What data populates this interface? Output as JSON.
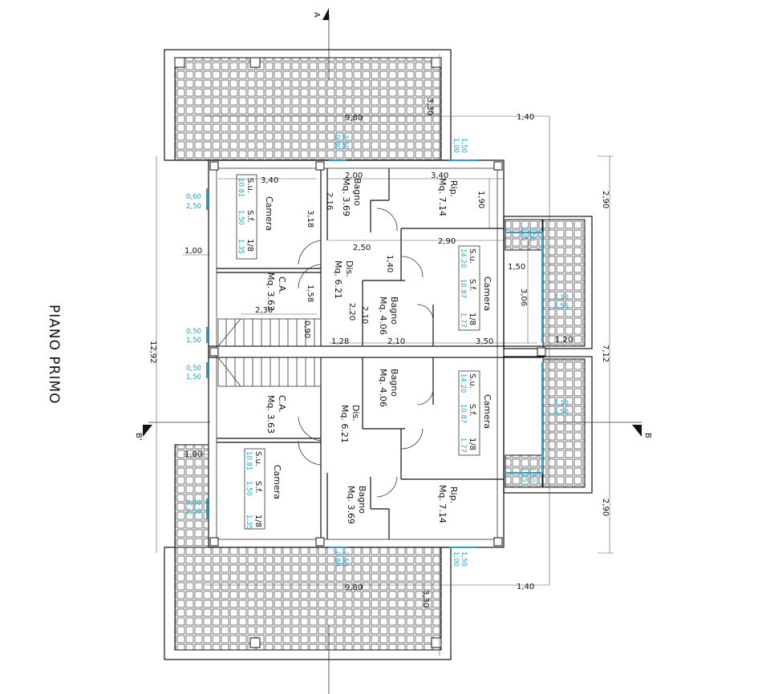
{
  "title": "PIANO PRIMO",
  "section_marks": {
    "a": "A",
    "b": "B",
    "b_prime": "B'"
  },
  "rooms": {
    "camera_nw": {
      "name": "Camera",
      "su": "S.u.",
      "sf": "S.f.",
      "ratio_label": "1/8",
      "su_val": "10.81",
      "sf_val": "1.50",
      "ratio_val": "1.35"
    },
    "camera_sw": {
      "name": "Camera",
      "su": "S.u.",
      "sf": "S.f.",
      "ratio_label": "1/8",
      "su_val": "10.81",
      "sf_val": "1.50",
      "ratio_val": "1.35"
    },
    "camera_ne": {
      "name": "Camera",
      "su": "S.u.",
      "sf": "S.f.",
      "ratio_label": "1/8",
      "su_val": "14.20",
      "sf_val": "10.87",
      "ratio_val": "1.77"
    },
    "camera_se": {
      "name": "Camera",
      "su": "S.u.",
      "sf": "S.f.",
      "ratio_label": "1/8",
      "su_val": "14.20",
      "sf_val": "10.87",
      "ratio_val": "1.77"
    },
    "bagno_n1": {
      "name": "Bagno",
      "area": "Mq. 3.69"
    },
    "bagno_s1": {
      "name": "Bagno",
      "area": "Mq. 3.69"
    },
    "bagno_n2": {
      "name": "Bagno",
      "area": "Mq. 4.06"
    },
    "bagno_s2": {
      "name": "Bagno",
      "area": "Mq. 4.06"
    },
    "rip_n": {
      "name": "Rip.",
      "area": "Mq. 7.14"
    },
    "rip_s": {
      "name": "Rip.",
      "area": "Mq. 7.14"
    },
    "dis_n": {
      "name": "Dis.",
      "area": "Mq. 6.21"
    },
    "dis_s": {
      "name": "Dis.",
      "area": "Mq. 6.21"
    },
    "ca_n": {
      "name": "C.A.",
      "area": "Mq. 3.63"
    },
    "ca_s": {
      "name": "C.A.",
      "area": "Mq. 3.63"
    }
  },
  "dimensions": {
    "d980_top": "9,80",
    "d980_bot": "9,80",
    "d330_top": "3,30",
    "d330_bot": "3,30",
    "d140_top": "1,40",
    "d140_bot": "1,40",
    "d290_top": "2,90",
    "d290_bot": "2,90",
    "d712": "7,12",
    "d1292": "12,92",
    "d340a": "3,40",
    "d200": "2,00",
    "d340b": "3,40",
    "d190": "1,90",
    "d216": "2,16",
    "d318": "3,18",
    "d250": "2,50",
    "d290r": "2,90",
    "d140b": "1,40",
    "d150": "1,50",
    "d306": "3,06",
    "d100_n": "1,00",
    "d100_s": "1,00",
    "d158": "1,58",
    "d230": "2,30",
    "d220": "2,20",
    "d210v": "2,10",
    "d090": "0,90",
    "d128": "1,28",
    "d210": "2,10",
    "d350": "3,50",
    "d120": "1,20"
  },
  "windows": {
    "w060a": "0,60",
    "w250a": "2,50",
    "w060b": "0,60",
    "w250b": "2,50",
    "w050a": "0,50",
    "w150a": "1,50",
    "w050b": "0,50",
    "w150b": "1,50",
    "w080a": "0,80",
    "w250c": "2,50",
    "w080b": "0,80",
    "w250d": "2,50",
    "w100a": "1,00",
    "w150c": "1,50",
    "w100b": "1,00",
    "w150d": "1,50",
    "w125a": "1,25",
    "w150e": "1,50",
    "w125b": "1,25",
    "w150f": "1,50",
    "w310a": "3,10",
    "w250e": "2,50",
    "w310b": "3,10",
    "w250f": "2,50"
  }
}
